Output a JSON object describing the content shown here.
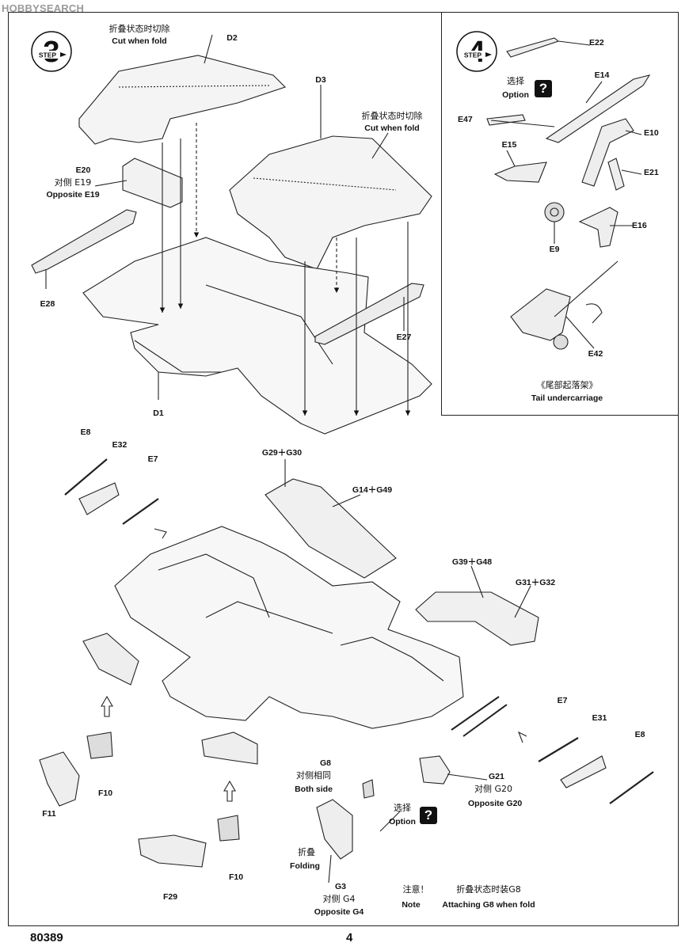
{
  "watermark": "HOBBYSEARCH",
  "step3": {
    "number": "3",
    "word": "STEP"
  },
  "step4": {
    "number": "4",
    "word": "STEP"
  },
  "labels": {
    "cut_when_fold_cn": "折叠状态时切除",
    "cut_when_fold_en": "Cut when fold",
    "d2": "D2",
    "d3": "D3",
    "d1": "D1",
    "e20": "E20",
    "opposite_e19_cn": "对侧 E19",
    "opposite_e19_en": "Opposite E19",
    "e28": "E28",
    "e27": "E27",
    "e22": "E22",
    "option_cn": "选择",
    "option_en": "Option",
    "question": "?",
    "e14": "E14",
    "e47": "E47",
    "e10": "E10",
    "e15": "E15",
    "e21": "E21",
    "e16": "E16",
    "e9": "E9",
    "e42": "E42",
    "tail_undercarriage_cn": "《尾部起落架》",
    "tail_undercarriage_en": "Tail undercarriage",
    "e8": "E8",
    "e32": "E32",
    "e7": "E7",
    "g29_g30": "G29＋G30",
    "g14_g49": "G14＋G49",
    "g39_g48": "G39＋G48",
    "g31_g32": "G31＋G32",
    "e7b": "E7",
    "e31": "E31",
    "e8b": "E8",
    "f10": "F10",
    "f11": "F11",
    "f10b": "F10",
    "f29": "F29",
    "g8": "G8",
    "both_side_cn": "对侧相同",
    "both_side_en": "Both side",
    "g21": "G21",
    "opposite_g20_cn": "对侧 G20",
    "opposite_g20_en": "Opposite  G20",
    "option2_cn": "选择",
    "option2_en": "Option",
    "question2": "?",
    "folding_cn": "折叠",
    "folding_en": "Folding",
    "g3": "G3",
    "opposite_g4_cn": "对侧 G4",
    "opposite_g4_en": "Opposite  G4",
    "note_cn": "注意！",
    "note_en": "Note",
    "attach_g8_cn": "折叠状态时装G8",
    "attach_g8_en": "Attaching G8 when fold"
  },
  "footer": {
    "code": "80389",
    "page": "4"
  }
}
